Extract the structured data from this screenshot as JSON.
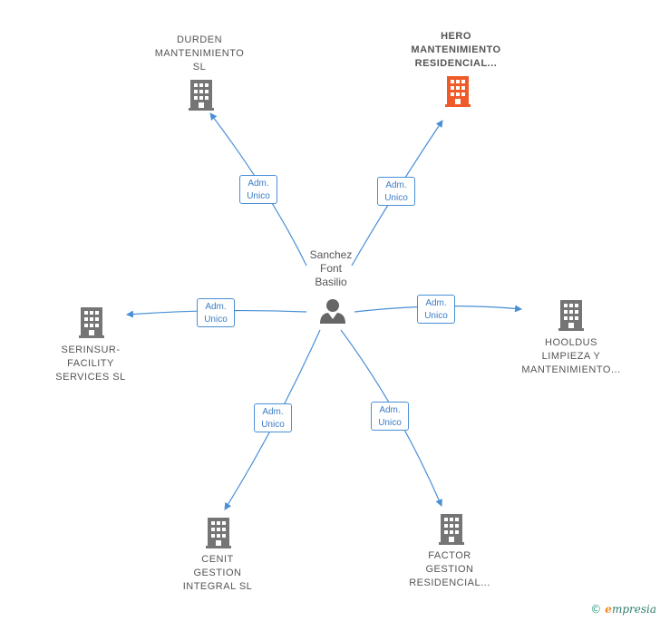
{
  "center": {
    "name_lines": [
      "Sanchez",
      "Font",
      "Basilio"
    ],
    "icon": "person-icon"
  },
  "companies": [
    {
      "id": "durden",
      "lines": [
        "DURDEN",
        "MANTENIMIENTO",
        "SL"
      ],
      "highlight": false,
      "color": "#757575",
      "icon": "building-icon"
    },
    {
      "id": "hero",
      "lines": [
        "HERO",
        "MANTENIMIENTO",
        "RESIDENCIAL..."
      ],
      "highlight": true,
      "color": "#f05a28",
      "icon": "building-icon"
    },
    {
      "id": "serinsur",
      "lines": [
        "SERINSUR-",
        "FACILITY",
        "SERVICES  SL"
      ],
      "highlight": false,
      "color": "#757575",
      "icon": "building-icon"
    },
    {
      "id": "hooldus",
      "lines": [
        "HOOLDUS",
        "LIMPIEZA Y",
        "MANTENIMIENTO..."
      ],
      "highlight": false,
      "color": "#757575",
      "icon": "building-icon"
    },
    {
      "id": "cenit",
      "lines": [
        "CENIT",
        "GESTION",
        "INTEGRAL  SL"
      ],
      "highlight": false,
      "color": "#757575",
      "icon": "building-icon"
    },
    {
      "id": "factor",
      "lines": [
        "FACTOR",
        "GESTION",
        "RESIDENCIAL..."
      ],
      "highlight": false,
      "color": "#757575",
      "icon": "building-icon"
    }
  ],
  "roles": [
    {
      "target": "durden",
      "lines": [
        "Adm.",
        "Unico"
      ]
    },
    {
      "target": "hero",
      "lines": [
        "Adm.",
        "Unico"
      ]
    },
    {
      "target": "serinsur",
      "lines": [
        "Adm.",
        "Unico"
      ]
    },
    {
      "target": "hooldus",
      "lines": [
        "Adm.",
        "Unico"
      ]
    },
    {
      "target": "cenit",
      "lines": [
        "Adm.",
        "Unico"
      ]
    },
    {
      "target": "factor",
      "lines": [
        "Adm.",
        "Unico"
      ]
    }
  ],
  "colors": {
    "edge": "#4a8fd6",
    "building": "#757575",
    "highlight": "#f05a28",
    "person": "#666666"
  },
  "brand": {
    "copyright": "©",
    "initial": "e",
    "name": "mpresia"
  }
}
